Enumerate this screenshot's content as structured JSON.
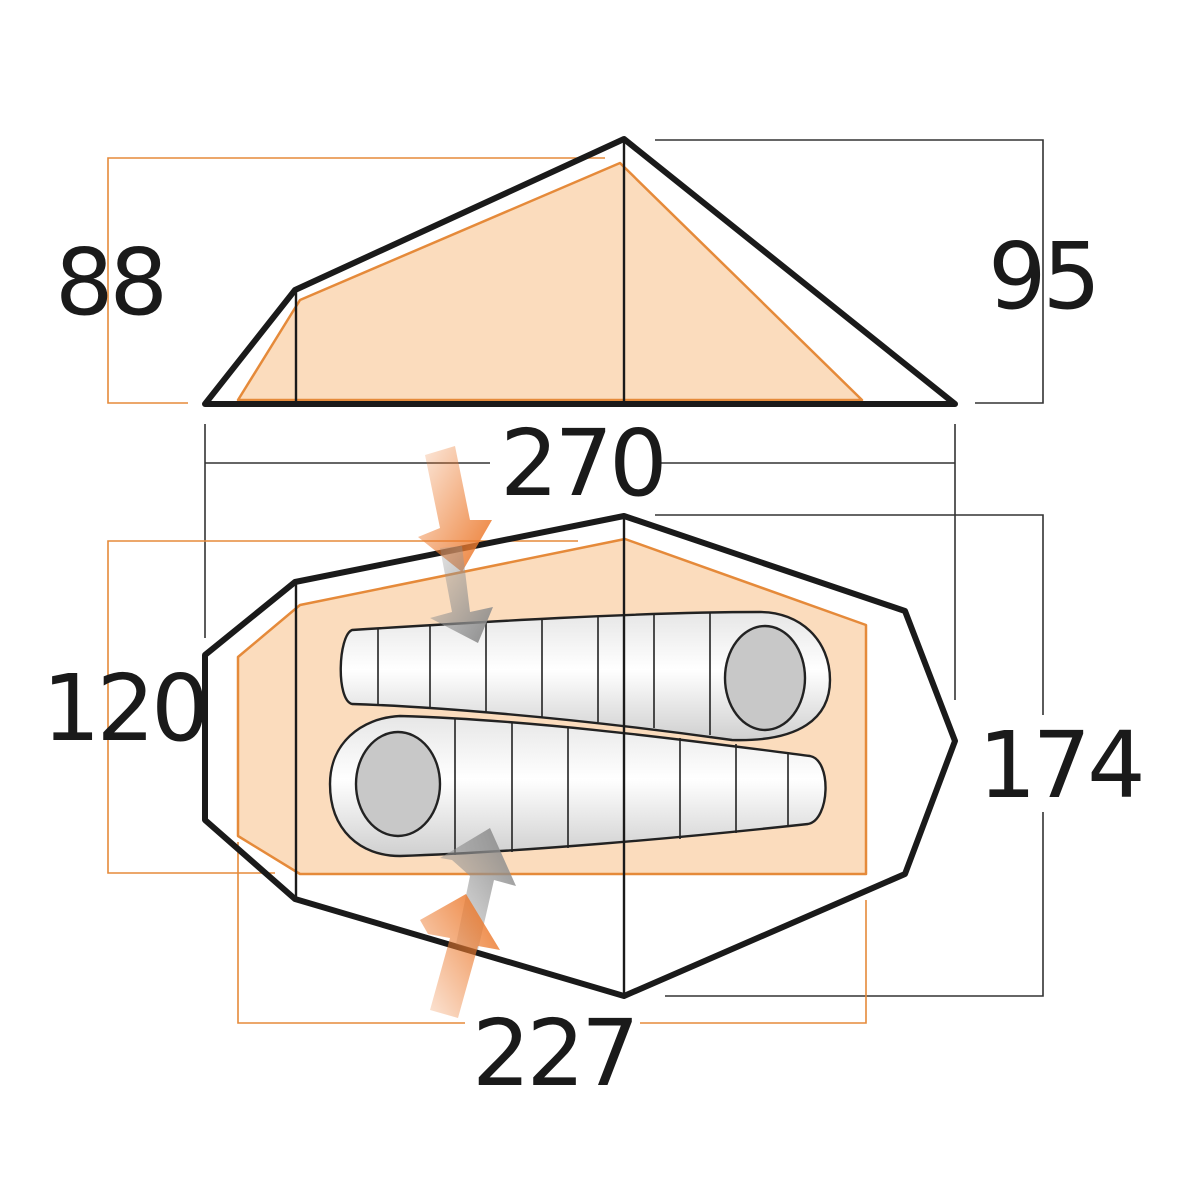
{
  "dimensions": {
    "side_front_height": "88",
    "side_peak_height": "95",
    "overall_length": "270",
    "inner_width": "120",
    "outer_width": "174",
    "inner_length": "227"
  },
  "colors": {
    "outline": "#1a1a1a",
    "inner_fill": "#fbdcbd",
    "inner_line": "#e58a3a",
    "arrow_orange": "#ec7a2e",
    "arrow_grey": "#9a9a9a",
    "bag_fill": "#f4f4f4",
    "bag_hood": "#c8c8c8",
    "guide_line": "#333333"
  }
}
